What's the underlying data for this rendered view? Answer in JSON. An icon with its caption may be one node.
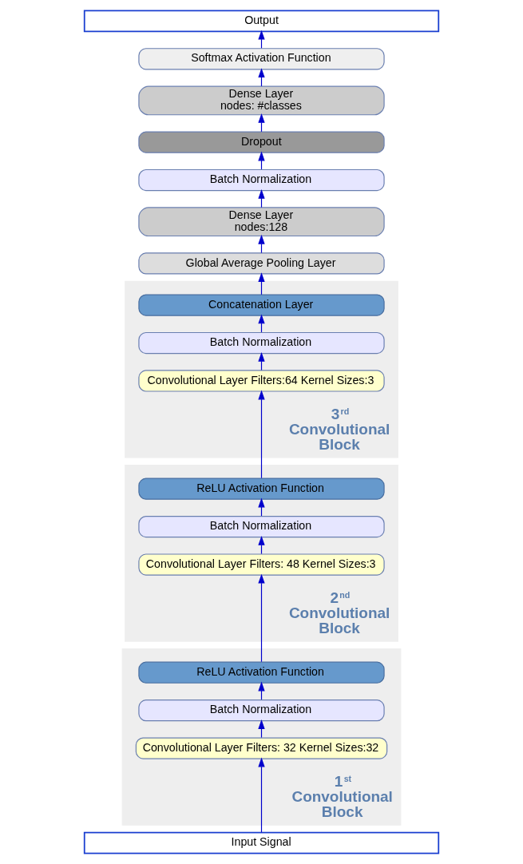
{
  "diagram": {
    "nodes": [
      {
        "text": [
          "Output"
        ]
      },
      {
        "text": [
          "Softmax Activation Function"
        ]
      },
      {
        "text": [
          "Dense Layer",
          "nodes: #classes"
        ]
      },
      {
        "text": [
          "Dropout"
        ]
      },
      {
        "text": [
          "Batch Normalization"
        ]
      },
      {
        "text": [
          "Dense Layer",
          "nodes:128"
        ]
      },
      {
        "text": [
          "Global Average Pooling Layer"
        ]
      },
      {
        "text": [
          "3$^{rd}$ Convolutional Block"
        ]
      },
      {
        "text": [
          "Concatenation Layer"
        ],
        "in": 7
      },
      {
        "text": [
          "Batch Normalization"
        ],
        "in": 7
      },
      {
        "text": [
          "Convolutional Layer Filters:64 Kernel Sizes:3"
        ],
        "in": 7
      },
      {
        "text": [
          "2$^{nd}$ Convolutional Block"
        ]
      },
      {
        "text": [
          "ReLU Activation Function"
        ],
        "in": 11
      },
      {
        "text": [
          "Batch Normalization"
        ],
        "in": 11
      },
      {
        "text": [
          "Convolutional Layer Filters: 48 Kernel Sizes:3"
        ],
        "in": 11
      },
      {
        "text": [
          "1$^{st}$ Convolutional Block"
        ]
      },
      {
        "text": [
          "ReLU Activation Function"
        ],
        "in": 15
      },
      {
        "text": [
          "Batch Normalization"
        ],
        "in": 15
      },
      {
        "text": [
          "Convolutional Layer Filters: 32 Kernel Sizes:32"
        ],
        "in": 15
      },
      {
        "text": [
          "Input Signal"
        ]
      }
    ],
    "edges": [
      {
        "from": 19,
        "to": 18,
        "arrow": "to"
      },
      {
        "from": 18,
        "to": 17,
        "arrow": "to"
      },
      {
        "from": 17,
        "to": 16,
        "arrow": "to"
      },
      {
        "from": 16,
        "to": 14,
        "arrow": "to"
      },
      {
        "from": 14,
        "to": 13,
        "arrow": "to"
      },
      {
        "from": 13,
        "to": 12,
        "arrow": "to"
      },
      {
        "from": 12,
        "to": 10,
        "arrow": "to"
      },
      {
        "from": 10,
        "to": 9,
        "arrow": "to"
      },
      {
        "from": 9,
        "to": 8,
        "arrow": "to"
      },
      {
        "from": 8,
        "to": 6,
        "arrow": "to"
      },
      {
        "from": 6,
        "to": 5,
        "arrow": "to"
      },
      {
        "from": 5,
        "to": 4,
        "arrow": "to"
      },
      {
        "from": 4,
        "to": 3,
        "arrow": "to"
      },
      {
        "from": 3,
        "to": 2,
        "arrow": "to"
      },
      {
        "from": 2,
        "to": 1,
        "arrow": "to"
      },
      {
        "from": 1,
        "to": 0,
        "arrow": "to"
      }
    ]
  }
}
